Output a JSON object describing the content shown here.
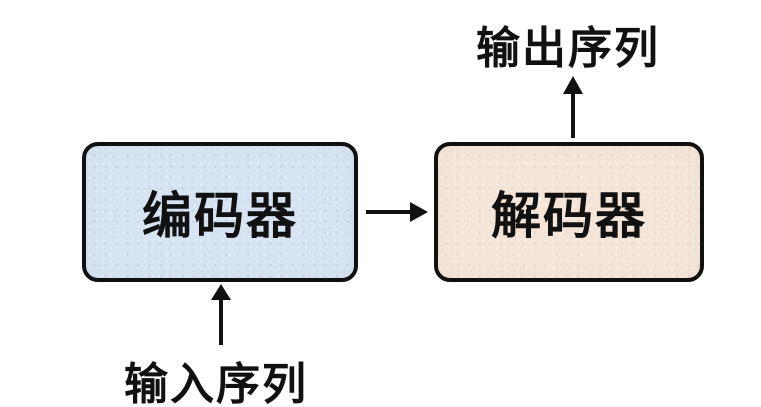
{
  "diagram": {
    "encoder": {
      "label": "编码器",
      "fill_color": "#d5e3f3"
    },
    "decoder": {
      "label": "解码器",
      "fill_color": "#f4e5d8"
    },
    "input": {
      "label": "输入序列"
    },
    "output": {
      "label": "输出序列"
    },
    "edges": [
      {
        "from": "input",
        "to": "encoder"
      },
      {
        "from": "encoder",
        "to": "decoder"
      },
      {
        "from": "decoder",
        "to": "output"
      }
    ],
    "stroke_color": "#111111"
  }
}
